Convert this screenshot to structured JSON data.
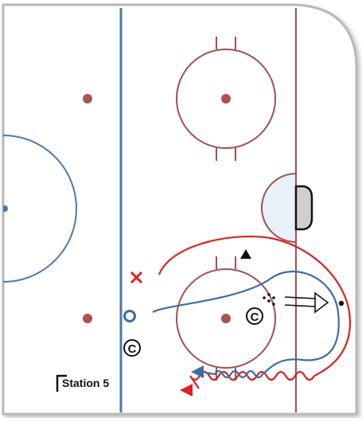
{
  "diagram": {
    "station_label": "Station 5",
    "symbols": {
      "coach_1": "C",
      "coach_2": "C"
    },
    "icons": [
      "x-marker-icon",
      "o-marker-icon",
      "coach-icon",
      "cone-icon",
      "puck-stack-icon",
      "pass-arrow-icon",
      "net-icon"
    ],
    "colors": {
      "ice": "#ffffff",
      "board_outline": "#b0b0b0",
      "red_line": "#a05050",
      "blue_line": "#4a7aa8",
      "faceoff_dot": "#b05050",
      "skate_red": "#e02020",
      "skate_blue": "#3a6ea8",
      "crease_fill": "#e8f1f8",
      "net_fill": "#cfcfcf",
      "text": "#000000"
    }
  }
}
